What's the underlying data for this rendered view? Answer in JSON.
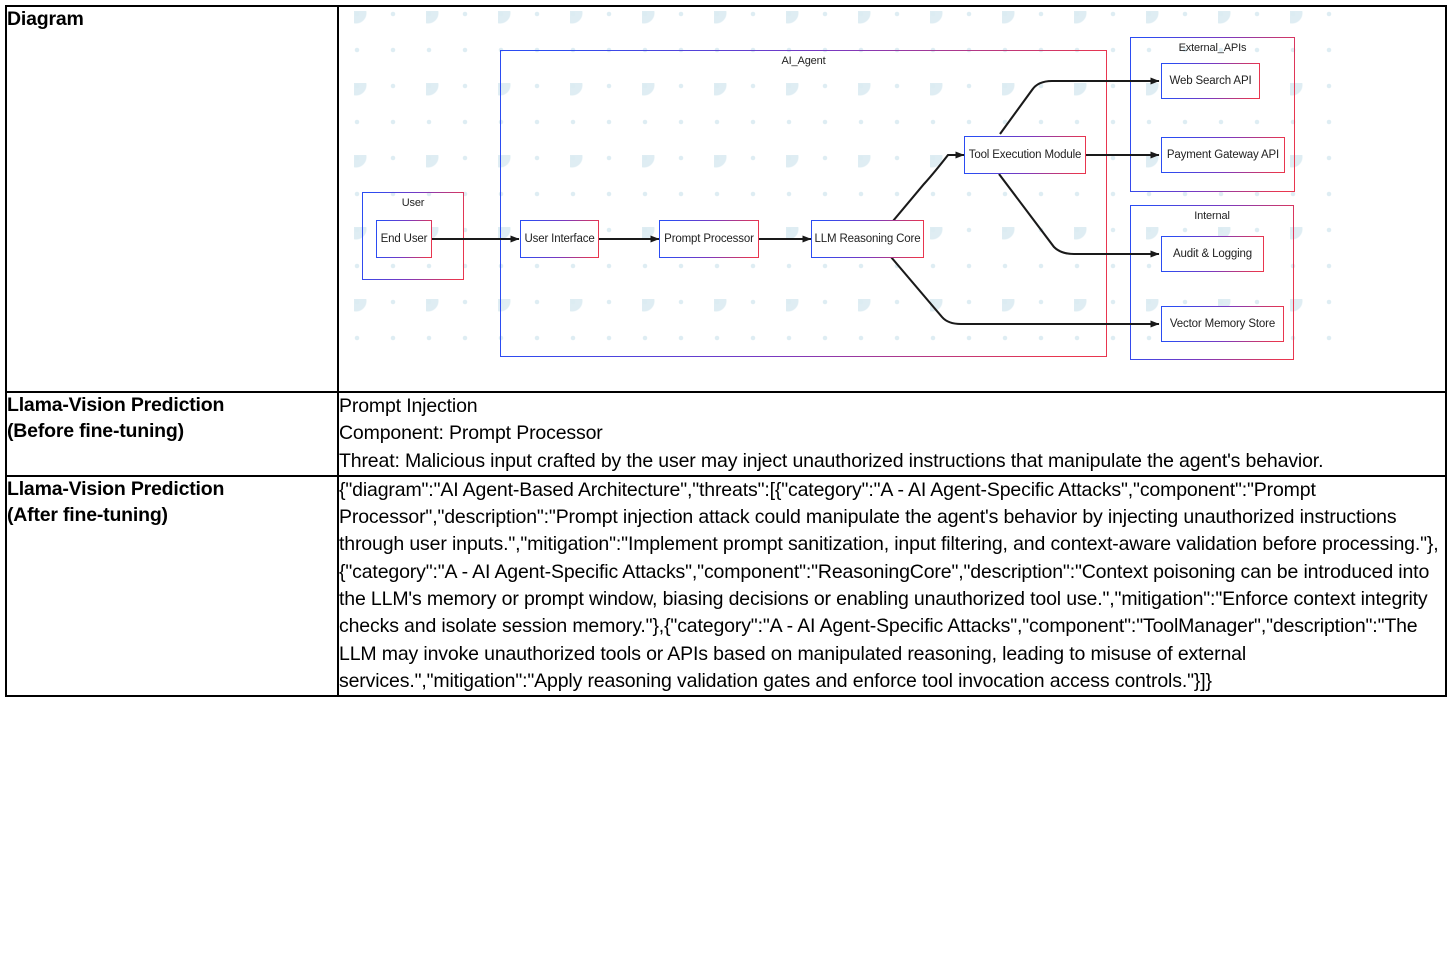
{
  "table": {
    "rows": [
      {
        "label": "Diagram",
        "type": "diagram"
      },
      {
        "label_line1": "Llama-Vision Prediction",
        "label_line2": "(Before fine-tuning)",
        "type": "text",
        "lines": [
          "Prompt Injection",
          "Component: Prompt Processor",
          "Threat: Malicious input crafted by the user may inject unauthorized instructions that manipulate the agent's behavior."
        ]
      },
      {
        "label_line1": "Llama-Vision Prediction",
        "label_line2": "(After fine-tuning)",
        "type": "json",
        "json_text": "{\"diagram\":\"AI Agent-Based Architecture\",\"threats\":[{\"category\":\"A - AI Agent-Specific Attacks\",\"component\":\"Prompt Processor\",\"description\":\"Prompt injection attack could manipulate the agent's behavior by injecting unauthorized instructions through user inputs.\",\"mitigation\":\"Implement prompt sanitization, input filtering, and context-aware validation before processing.\"},{\"category\":\"A - AI Agent-Specific Attacks\",\"component\":\"ReasoningCore\",\"description\":\"Context poisoning can be introduced into the LLM's memory or prompt window, biasing decisions or enabling unauthorized tool use.\",\"mitigation\":\"Enforce context integrity checks and isolate session memory.\"},{\"category\":\"A - AI Agent-Specific Attacks\",\"component\":\"ToolManager\",\"description\":\"The LLM may invoke unauthorized tools or APIs based on manipulated reasoning, leading to misuse of external services.\",\"mitigation\":\"Apply reasoning validation gates and enforce tool invocation access controls.\"}]}"
      }
    ]
  },
  "diagram": {
    "title": "AI Agent-Based Architecture",
    "colors": {
      "node_border_start": "#2b4cf2",
      "node_border_mid": "#7a39c0",
      "node_border_end": "#e8364f",
      "edge": "#1a1a1a",
      "grid_dot": "#dcecf2",
      "node_fill": "#ffffff"
    },
    "clusters": [
      {
        "id": "user",
        "label": "User"
      },
      {
        "id": "ai_agent",
        "label": "AI_Agent"
      },
      {
        "id": "external_apis",
        "label": "External_APIs"
      },
      {
        "id": "internal",
        "label": "Internal"
      }
    ],
    "nodes": [
      {
        "id": "end_user",
        "label": "End User"
      },
      {
        "id": "user_interface",
        "label": "User Interface"
      },
      {
        "id": "prompt_processor",
        "label": "Prompt Processor"
      },
      {
        "id": "llm_reasoning_core",
        "label": "LLM Reasoning Core"
      },
      {
        "id": "tool_execution_module",
        "label": "Tool Execution Module"
      },
      {
        "id": "web_search_api",
        "label": "Web Search API"
      },
      {
        "id": "payment_gateway_api",
        "label": "Payment Gateway API"
      },
      {
        "id": "audit_logging",
        "label": "Audit & Logging"
      },
      {
        "id": "vector_memory_store",
        "label": "Vector Memory Store"
      }
    ],
    "edges": [
      {
        "from": "end_user",
        "to": "user_interface"
      },
      {
        "from": "user_interface",
        "to": "prompt_processor"
      },
      {
        "from": "prompt_processor",
        "to": "llm_reasoning_core"
      },
      {
        "from": "llm_reasoning_core",
        "to": "tool_execution_module"
      },
      {
        "from": "llm_reasoning_core",
        "to": "vector_memory_store"
      },
      {
        "from": "tool_execution_module",
        "to": "web_search_api"
      },
      {
        "from": "tool_execution_module",
        "to": "payment_gateway_api"
      },
      {
        "from": "tool_execution_module",
        "to": "audit_logging"
      }
    ]
  }
}
